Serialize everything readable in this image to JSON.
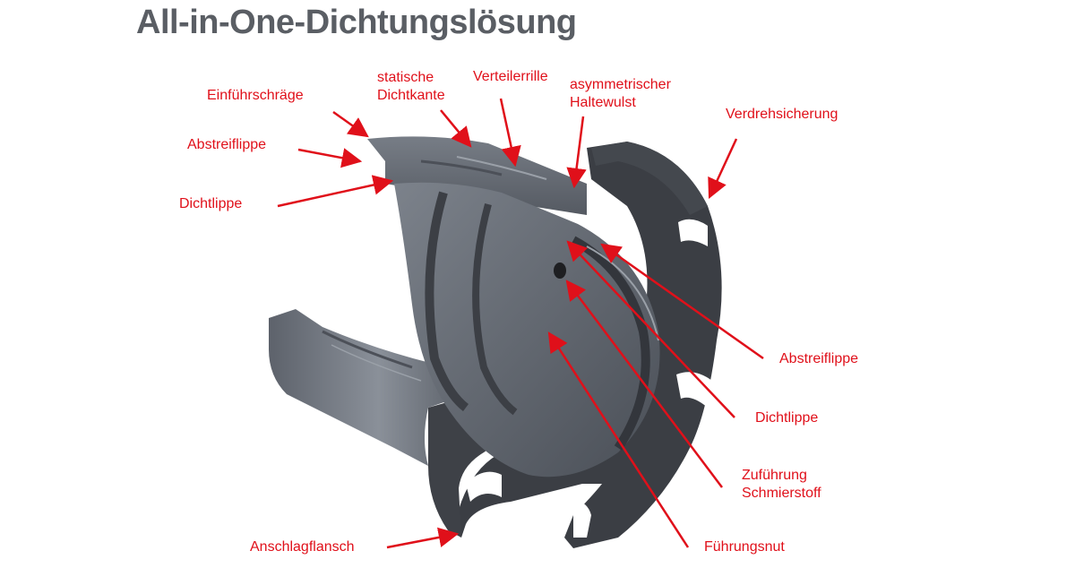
{
  "title": "All-in-One-Dichtungslösung",
  "colors": {
    "title": "#5a5e64",
    "label": "#e0101a",
    "arrow": "#e0101a",
    "part_dark": "#3c3f45",
    "part_mid": "#6b7079",
    "part_light": "#9aa0a8"
  },
  "labels": {
    "einfuehrschraege": "Einführschräge",
    "abstreiflippe_left": "Abstreiflippe",
    "dichtlippe_left": "Dichtlippe",
    "statische_dichtkante": "statische\nDichtkante",
    "verteilerrille": "Verteilerrille",
    "asymmetrischer_haltewulst": "asymmetrischer\nHaltewulst",
    "verdrehsicherung": "Verdrehsicherung",
    "abstreiflippe_right": "Abstreiflippe",
    "dichtlippe_right": "Dichtlippe",
    "zufuehrung_schmierstoff": "Zuführung\nSchmierstoff",
    "fuehrungsnut": "Führungsnut",
    "anschlagflansch": "Anschlagflansch"
  }
}
